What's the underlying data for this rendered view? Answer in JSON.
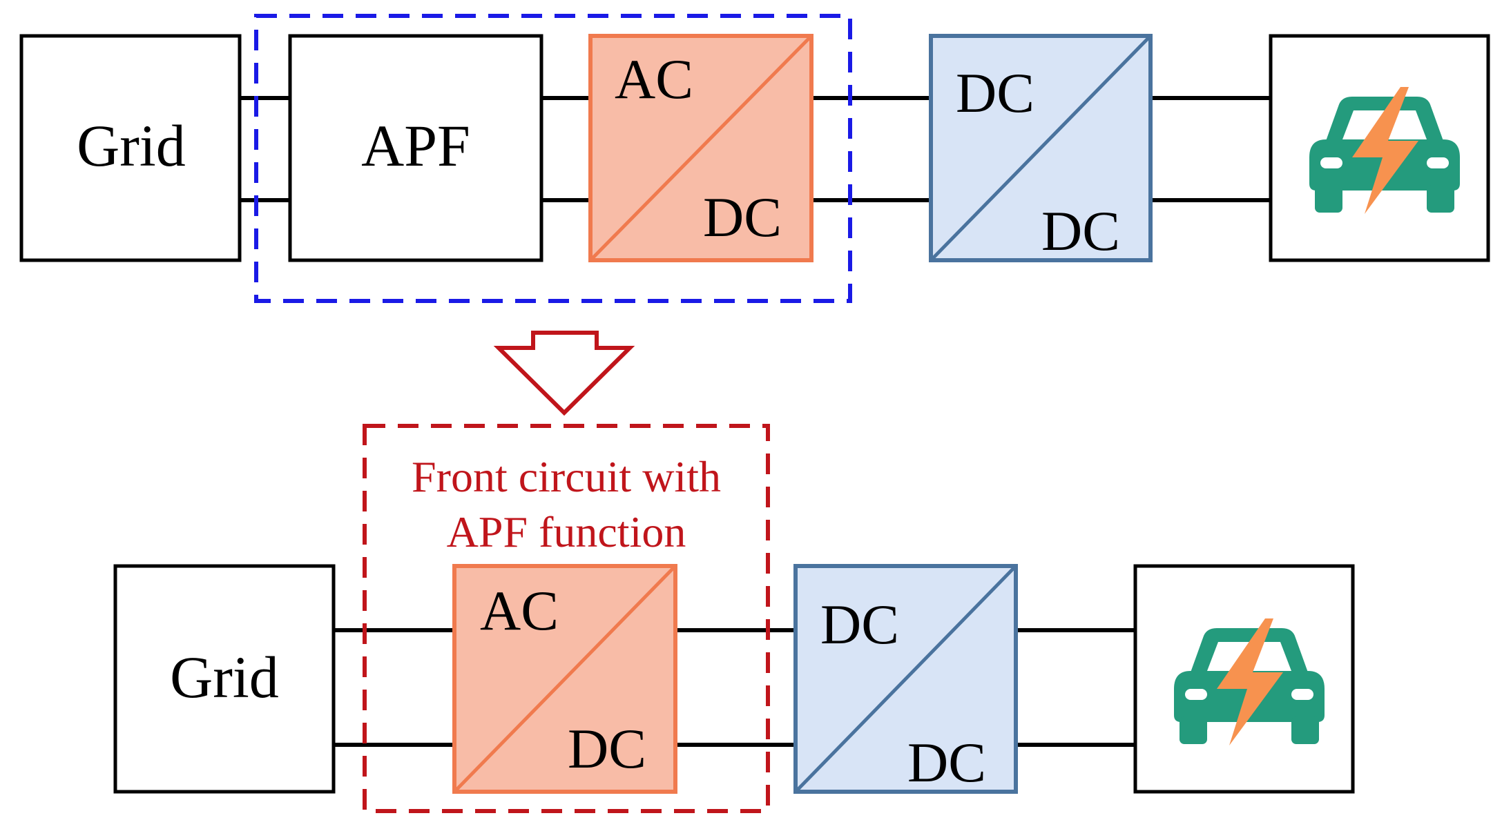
{
  "colors": {
    "line": "#000000",
    "ac_dc_fill": "#f8bca7",
    "ac_dc_stroke": "#f07a4e",
    "dc_dc_fill": "#d8e4f6",
    "dc_dc_stroke": "#4a739e",
    "blue_dashed": "#1a1ae6",
    "red_dashed": "#c0151b",
    "car": "#249b7d",
    "bolt": "#f7924f"
  },
  "top_row": {
    "grid_label": "Grid",
    "apf_label": "APF",
    "ac_dc": {
      "top_label": "AC",
      "bottom_label": "DC"
    },
    "dc_dc": {
      "top_label": "DC",
      "bottom_label": "DC"
    },
    "load_icon": "ev-charging-icon"
  },
  "bottom_row": {
    "grid_label": "Grid",
    "front_circuit_caption": {
      "line1": "Front circuit with",
      "line2": "APF function"
    },
    "ac_dc": {
      "top_label": "AC",
      "bottom_label": "DC"
    },
    "dc_dc": {
      "top_label": "DC",
      "bottom_label": "DC"
    },
    "load_icon": "ev-charging-icon"
  },
  "transition_icon": "hollow-down-arrow-icon"
}
